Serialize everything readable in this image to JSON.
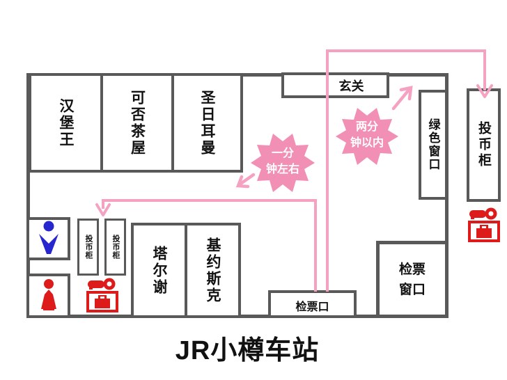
{
  "title": "JR小樽车站",
  "rooms": {
    "burger_king": "汉堡王",
    "teahouse": "可否茶屋",
    "saint_germain": "圣日耳曼",
    "entrance": "玄关",
    "green_window": "绿色窗口",
    "tarche": "塔尔谢",
    "kiosk": "基约斯克",
    "ticket_gate": "检票口",
    "ticket_window": {
      "line1": "检票",
      "line2": "窗口"
    },
    "locker_outside": "投币柜",
    "locker_small_1": "投币柜",
    "locker_small_2": "投币柜"
  },
  "callouts": {
    "one_minute": {
      "line1": "一分",
      "line2": "钟左右"
    },
    "two_minutes": {
      "line1": "两分",
      "line2": "钟以内"
    }
  },
  "icons": {
    "male_toilet": "man-silhouette",
    "female_toilet": "woman-silhouette",
    "locker_inside": "key-and-suitcase",
    "locker_outside": "key-and-suitcase"
  },
  "colors": {
    "wall_gray": "#595959",
    "route_pink": "#f5a2c2",
    "callout_pink": "#f28fb4",
    "locker_red": "#dd1b1b",
    "male_blue": "#2727cf",
    "text_black": "#111111"
  }
}
